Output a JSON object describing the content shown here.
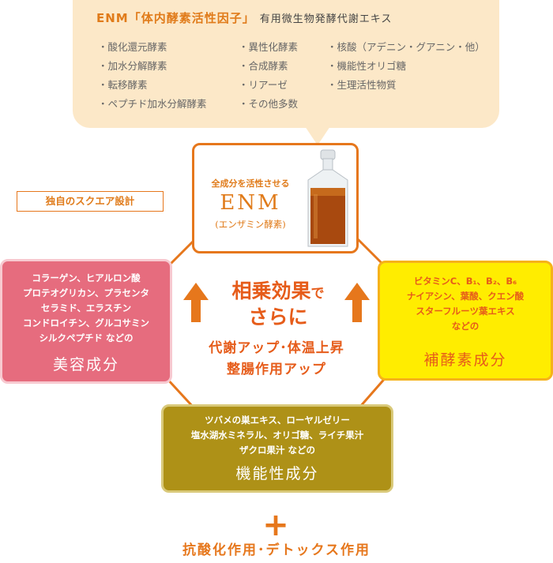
{
  "top_bubble": {
    "title_main": "ENM「体内酵素活性因子」",
    "title_sub": "有用微生物発酵代謝エキス",
    "col1": [
      "・酸化還元酵素",
      "・加水分解酵素",
      "・転移酵素",
      "・ペプチド加水分解酵素"
    ],
    "col2": [
      "・異性化酵素",
      "・合成酵素",
      "・リアーゼ",
      "・その他多数"
    ],
    "col3": [
      "・核酸（アデニン・グアニン・他）",
      "・機能性オリゴ糖",
      "・生理活性物質"
    ]
  },
  "enm_box": {
    "small": "全成分を活性させる",
    "big": "ENM",
    "sub": "(エンザミン酵素)"
  },
  "tag": "独自のスクエア設計",
  "pink_box": {
    "lines": [
      "コラーゲン、ヒアルロン酸",
      "プロテオグリカン、プラセンタ",
      "セラミド、エラスチン",
      "コンドロイチン、グルコサミン",
      "シルクペプチド などの"
    ],
    "heading": "美容成分"
  },
  "yellow_box": {
    "lines": [
      "ビタミンC、B₁、B₂、B₆",
      "ナイアシン、葉酸、クエン酸",
      "スターフルーツ葉エキス",
      "などの"
    ],
    "heading": "補酵素成分"
  },
  "olive_box": {
    "lines": [
      "ツバメの巣エキス、ローヤルゼリー",
      "塩水湖水ミネラル、オリゴ糖、ライチ果汁",
      "ザクロ果汁 などの"
    ],
    "heading": "機能性成分"
  },
  "center": {
    "line1": "相乗効果",
    "line1_suffix": "で",
    "line2": "さらに",
    "sub1": "代謝アップ･体温上昇",
    "sub2": "整腸作用アップ"
  },
  "plus": "+",
  "bottom": "抗酸化作用･デトックス作用",
  "colors": {
    "accent": "#e6771c",
    "pink": "#e66c7e",
    "yellow": "#ffed00",
    "olive": "#ae9117",
    "bubble": "#fce8c8"
  }
}
